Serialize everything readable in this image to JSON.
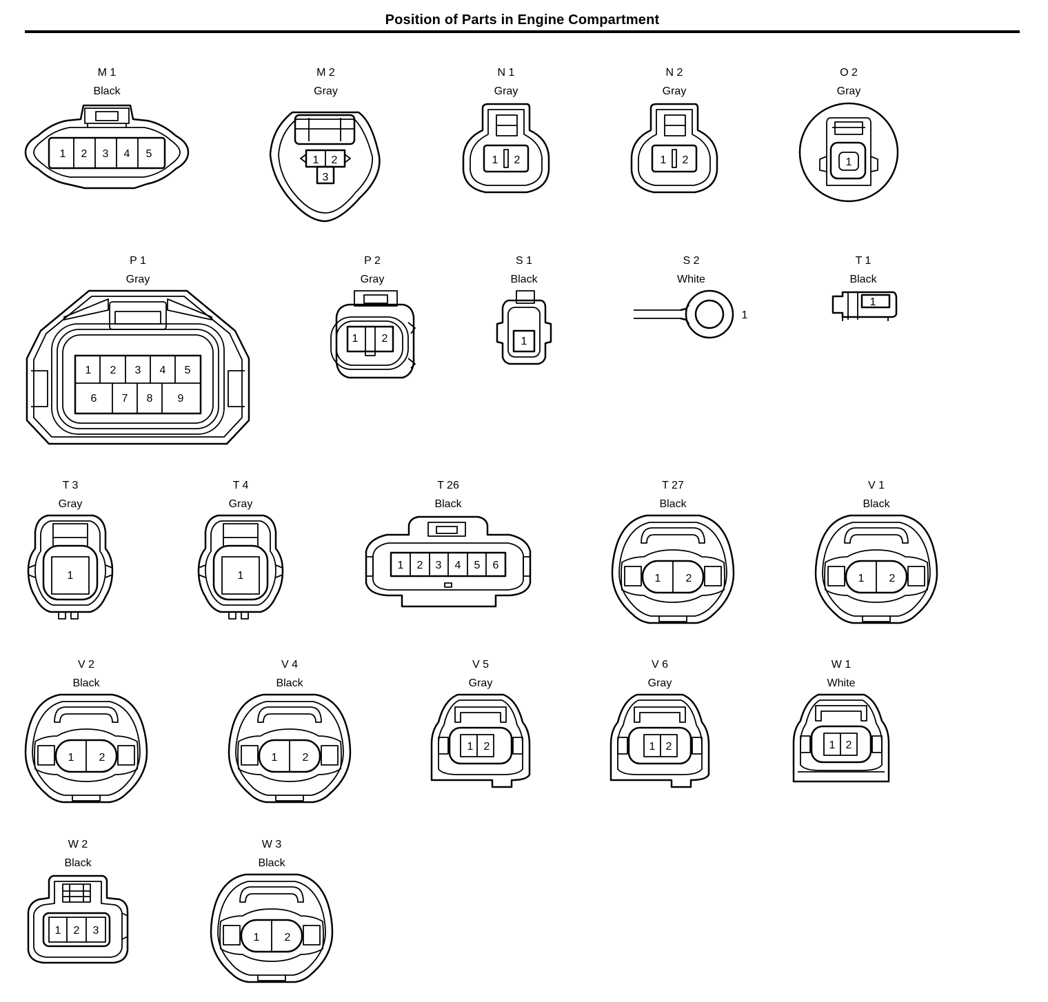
{
  "title": "Position of Parts in Engine Compartment",
  "connectors": {
    "M1": {
      "code": "M 1",
      "color": "Black",
      "pins": [
        "1",
        "2",
        "3",
        "4",
        "5"
      ]
    },
    "M2": {
      "code": "M 2",
      "color": "Gray",
      "pins": [
        "1",
        "2",
        "3"
      ]
    },
    "N1": {
      "code": "N 1",
      "color": "Gray",
      "pins": [
        "1",
        "2"
      ]
    },
    "N2": {
      "code": "N 2",
      "color": "Gray",
      "pins": [
        "1",
        "2"
      ]
    },
    "O2": {
      "code": "O 2",
      "color": "Gray",
      "pins": [
        "1"
      ]
    },
    "P1": {
      "code": "P 1",
      "color": "Gray",
      "pins": [
        "1",
        "2",
        "3",
        "4",
        "5",
        "6",
        "7",
        "8",
        "9"
      ]
    },
    "P2": {
      "code": "P 2",
      "color": "Gray",
      "pins": [
        "1",
        "2"
      ]
    },
    "S1": {
      "code": "S 1",
      "color": "Black",
      "pins": [
        "1"
      ]
    },
    "S2": {
      "code": "S 2",
      "color": "White",
      "pins": [
        "1"
      ]
    },
    "T1": {
      "code": "T 1",
      "color": "Black",
      "pins": [
        "1"
      ]
    },
    "T3": {
      "code": "T 3",
      "color": "Gray",
      "pins": [
        "1"
      ]
    },
    "T4": {
      "code": "T 4",
      "color": "Gray",
      "pins": [
        "1"
      ]
    },
    "T26": {
      "code": "T 26",
      "color": "Black",
      "pins": [
        "1",
        "2",
        "3",
        "4",
        "5",
        "6"
      ]
    },
    "T27": {
      "code": "T 27",
      "color": "Black",
      "pins": [
        "1",
        "2"
      ]
    },
    "V1": {
      "code": "V 1",
      "color": "Black",
      "pins": [
        "1",
        "2"
      ]
    },
    "V2": {
      "code": "V 2",
      "color": "Black",
      "pins": [
        "1",
        "2"
      ]
    },
    "V4": {
      "code": "V 4",
      "color": "Black",
      "pins": [
        "1",
        "2"
      ]
    },
    "V5": {
      "code": "V 5",
      "color": "Gray",
      "pins": [
        "1",
        "2"
      ]
    },
    "V6": {
      "code": "V 6",
      "color": "Gray",
      "pins": [
        "1",
        "2"
      ]
    },
    "W1": {
      "code": "W 1",
      "color": "White",
      "pins": [
        "1",
        "2"
      ]
    },
    "W2": {
      "code": "W 2",
      "color": "Black",
      "pins": [
        "1",
        "2",
        "3"
      ]
    },
    "W3": {
      "code": "W 3",
      "color": "Black",
      "pins": [
        "1",
        "2"
      ]
    }
  }
}
